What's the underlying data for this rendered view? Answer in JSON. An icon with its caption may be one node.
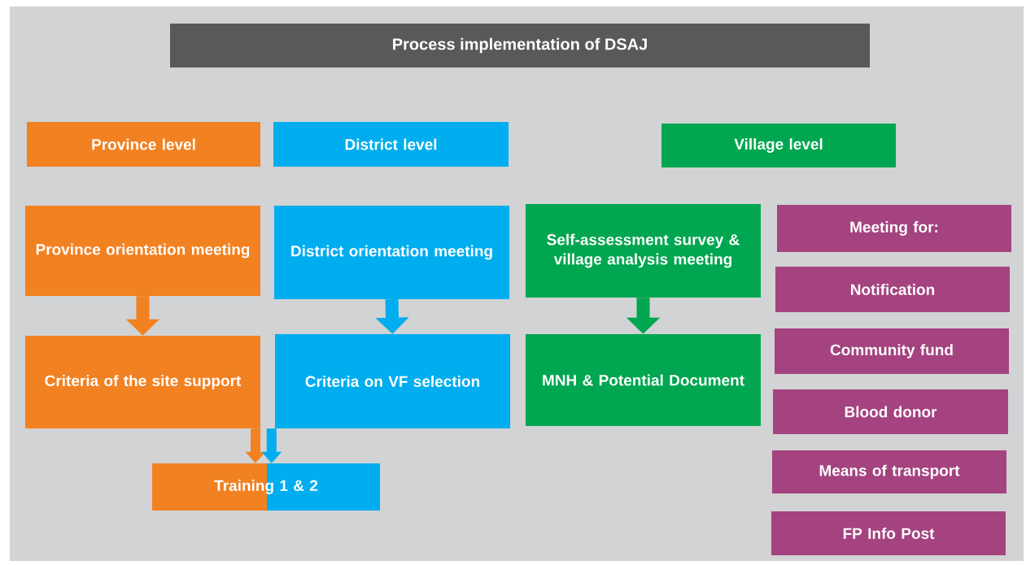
{
  "diagram": {
    "title": "Process implementation of DSAJ",
    "nodes": [
      {
        "text": [
          "Province level"
        ]
      },
      {
        "text": [
          "District level"
        ]
      },
      {
        "text": [
          "Village level"
        ]
      },
      {
        "text": [
          "Province orientation meeting"
        ]
      },
      {
        "text": [
          "District orientation meeting"
        ]
      },
      {
        "text": [
          "Self-assessment survey & village analysis meeting"
        ]
      },
      {
        "text": [
          "Meeting for:"
        ]
      },
      {
        "text": [
          "Criteria of the site support"
        ]
      },
      {
        "text": [
          "Criteria on VF selection"
        ]
      },
      {
        "text": [
          "MNH & Potential Document"
        ]
      },
      {
        "text": [
          "Notification"
        ]
      },
      {
        "text": [
          "Community fund"
        ]
      },
      {
        "text": [
          "Blood donor"
        ]
      },
      {
        "text": [
          "Means of transport"
        ]
      },
      {
        "text": [
          "FP Info Post"
        ]
      },
      {
        "text": [
          "Training 1 & 2"
        ]
      }
    ],
    "edges": [
      {
        "from": 3,
        "to": 7,
        "arrow": "to",
        "color": "#f28121"
      },
      {
        "from": 4,
        "to": 8,
        "arrow": "to",
        "color": "#00adef"
      },
      {
        "from": 5,
        "to": 9,
        "arrow": "to",
        "color": "#00a650"
      },
      {
        "from": 7,
        "to": 15,
        "arrow": "to",
        "color": "#f28121"
      },
      {
        "from": 8,
        "to": 15,
        "arrow": "to",
        "color": "#00adef"
      }
    ]
  }
}
